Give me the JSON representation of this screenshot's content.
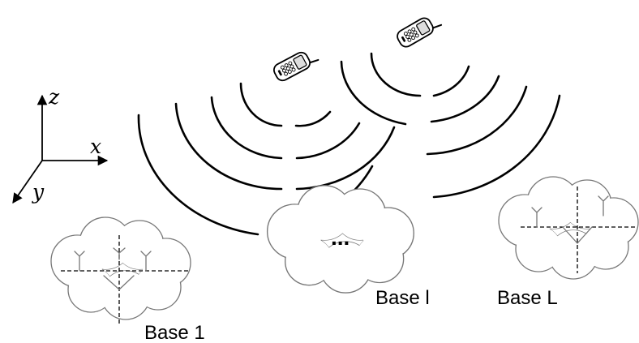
{
  "axes": {
    "z_label": "z",
    "x_label": "x",
    "y_label": "y"
  },
  "bases": {
    "first_label": "Base 1",
    "middle_label": "Base l",
    "last_label": "Base L",
    "ellipsis": "..."
  },
  "icons": {
    "phone": "mobile-phone-icon",
    "tree": "tree-icon",
    "cloud": "cloud-icon"
  },
  "colors": {
    "line": "#000000",
    "cloud_outline": "#777777",
    "background": "#ffffff"
  }
}
